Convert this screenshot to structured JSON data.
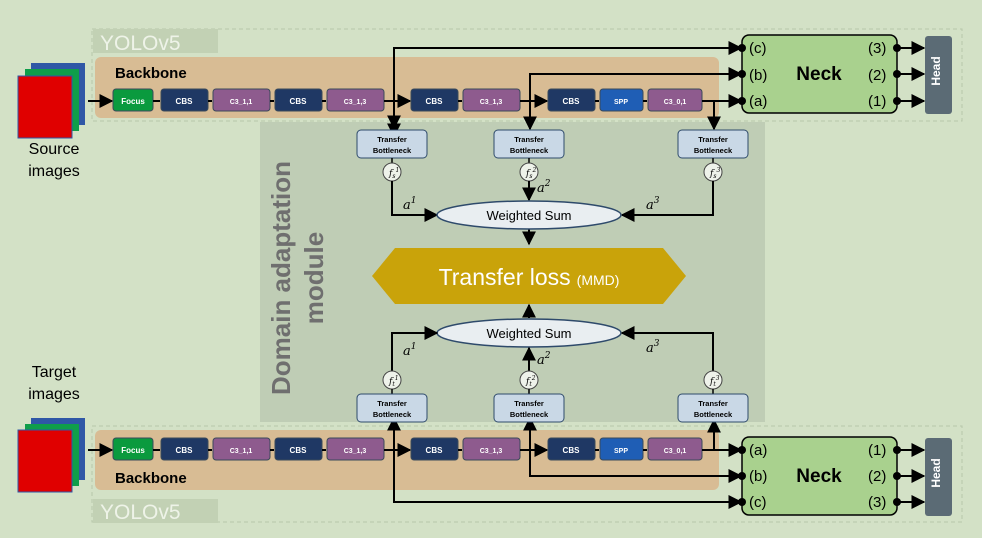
{
  "yolo_top": "YOLOv5",
  "yolo_bottom": "YOLOv5",
  "backbone_top": "Backbone",
  "backbone_bottom": "Backbone",
  "source_line1": "Source",
  "source_line2": "images",
  "target_line1": "Target",
  "target_line2": "images",
  "blocks": {
    "focus": "Focus",
    "cbs": "CBS",
    "c3_1_1": "C3_1,1",
    "c3_1_3": "C3_1,3",
    "spp": "SPP",
    "c3_0_1": "C3_0,1"
  },
  "neck": "Neck",
  "head": "Head",
  "port_a": "(a)",
  "port_b": "(b)",
  "port_c": "(c)",
  "out_1": "(1)",
  "out_2": "(2)",
  "out_3": "(3)",
  "transfer_line1": "Transfer",
  "transfer_line2": "Bottleneck",
  "domain_line1": "Domain adaptation",
  "domain_line2": "module",
  "weighted_sum": "Weighted Sum",
  "transfer_loss": "Transfer loss",
  "transfer_loss_sub": "(MMD)",
  "alpha": "a",
  "sup_1": "1",
  "sup_2": "2",
  "sup_3": "3",
  "f_s": "f",
  "f_sub_s": "s",
  "f_sub_t": "t",
  "colors": {
    "background": "#d3e1c6",
    "backbone": "#d8bc94",
    "cbs": "#1f3864",
    "c3": "#8e5b8e",
    "focus": "#0a9a3e",
    "spp": "#1f5eb5",
    "neck": "#a9d18e",
    "head": "#5b6b75",
    "transfer_box": "#c9d8e6",
    "loss": "#c9a30a",
    "module_bg": "#bfcdb5"
  }
}
